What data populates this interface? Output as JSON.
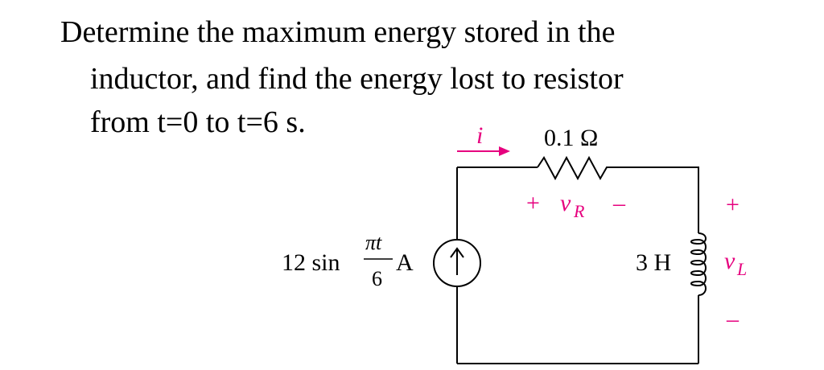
{
  "problem": {
    "line1": "Determine the maximum energy stored in the",
    "line2": "inductor, and find the energy lost to resistor",
    "line3": "from t=0 to t=6 s."
  },
  "circuit": {
    "current_label": "i",
    "resistance": "0.1 Ω",
    "vr_plus": "+",
    "vr_symbol": "v",
    "vr_sub": "R",
    "vr_minus": "–",
    "source_prefix": "12 sin",
    "frac_num": "πt",
    "frac_den": "6",
    "source_unit": "A",
    "inductance": "3 H",
    "vl_plus": "+",
    "vl_symbol": "v",
    "vl_sub": "L",
    "vl_minus": "–",
    "accent_color": "#e6007e"
  }
}
